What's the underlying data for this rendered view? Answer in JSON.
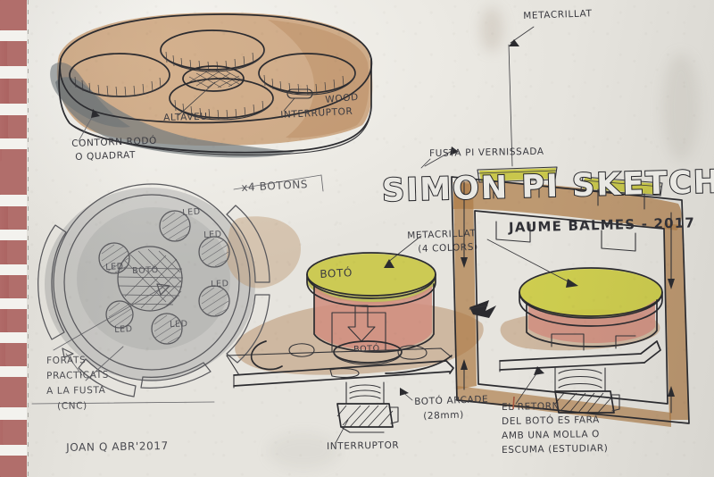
{
  "page": {
    "medium": "pen-and-watercolor-sketch",
    "paper_color": "#eeece6",
    "perforation_color": "#ae6664"
  },
  "title": {
    "main": "SIMON PI SKETCH",
    "byline": "JAUME BALMES - 2017"
  },
  "signature": {
    "text": "JOAN Q ABR'2017"
  },
  "sketches": {
    "enclosure_top": {
      "name": "wooden-enclosure-perspective",
      "labels": {
        "speaker": "ALTAVEU",
        "switch": "INTERRUPTOR",
        "material": "WOOD",
        "outline_note_line1": "CONTORN RODÓ",
        "outline_note_line2": "O QUADRAT"
      }
    },
    "side_section": {
      "name": "frame-side-section",
      "labels": {
        "acrylic": "METACRILLAT",
        "wood": "FUSTA PI VERNISSADA"
      }
    },
    "faceplate": {
      "name": "faceplate-plan-view",
      "labels": {
        "center_button": "BOTÓ",
        "leds": [
          "LED",
          "LED",
          "LED",
          "LED",
          "LED",
          "LED"
        ],
        "quantity_note": "x4 BOTONS",
        "holes_note_line1": "FORATS",
        "holes_note_line2": "PRACTICATS",
        "holes_note_line3": "A LA FUSTA",
        "holes_note_line4": "(CNC)"
      }
    },
    "button_exploded": {
      "name": "button-assembly-released",
      "labels": {
        "cap": "BOTÓ",
        "socket": "BOTÓ",
        "acrylic_note_line1": "METACRILLAT",
        "acrylic_note_line2": "(4 COLORS)",
        "switch": "INTERRUPTOR",
        "arcade_note_line1": "BOTÓ ARCADE",
        "arcade_note_line2": "(28mm)"
      }
    },
    "button_pressed": {
      "name": "button-assembly-pressed",
      "labels": {
        "return_note_line1": "EL RETORN",
        "return_note_line2": "DEL BOTÓ ES FARÀ",
        "return_note_line3": "AMB UNA MOLLA O",
        "return_note_line4": "ESCUMA (ESTUDIAR)"
      }
    },
    "transition_arrow": {
      "name": "transition-arrow-icon"
    }
  },
  "colors": {
    "wood_wash": "#d2a479",
    "acrylic_yellow": "#e2e24a",
    "button_pink": "#e9a195",
    "grey_wash": "#7e868c",
    "ink": "#2b2b2f"
  }
}
